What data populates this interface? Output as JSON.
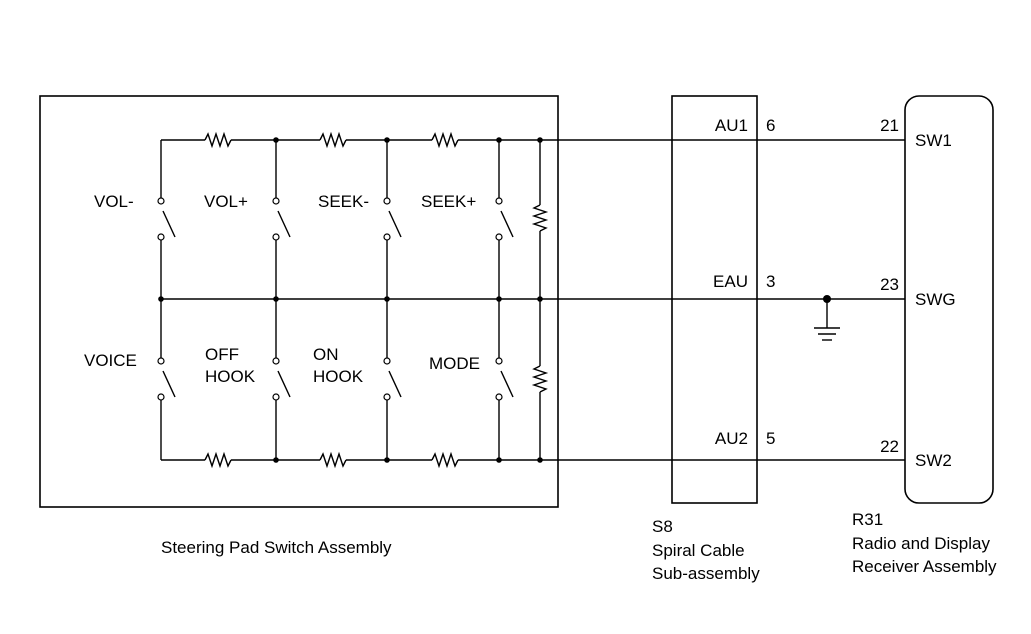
{
  "steering_pad": {
    "caption": "Steering Pad Switch Assembly",
    "switches_upper": [
      "VOL-",
      "VOL+",
      "SEEK-",
      "SEEK+"
    ],
    "switches_lower": {
      "voice": "VOICE",
      "off_hook_1": "OFF",
      "off_hook_2": "HOOK",
      "on_hook_1": "ON",
      "on_hook_2": "HOOK",
      "mode": "MODE"
    }
  },
  "spiral_cable": {
    "code": "S8",
    "name_line1": "Spiral Cable",
    "name_line2": "Sub-assembly",
    "terminals": [
      {
        "name": "AU1",
        "pin": "6"
      },
      {
        "name": "EAU",
        "pin": "3"
      },
      {
        "name": "AU2",
        "pin": "5"
      }
    ]
  },
  "radio_receiver": {
    "code": "R31",
    "name_line1": "Radio and Display",
    "name_line2": "Receiver Assembly",
    "terminals": [
      {
        "name": "SW1",
        "pin": "21"
      },
      {
        "name": "SWG",
        "pin": "23"
      },
      {
        "name": "SW2",
        "pin": "22"
      }
    ]
  }
}
